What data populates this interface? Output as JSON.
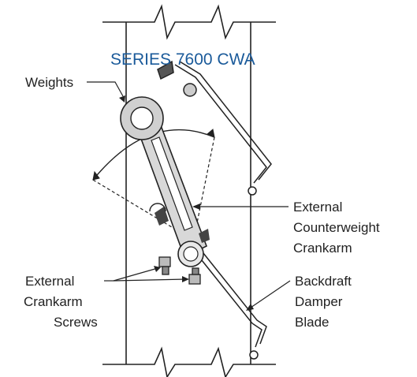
{
  "title": "SERIES 7600 CWA",
  "labels": {
    "weights": "Weights",
    "ext_cw_crankarm": [
      "External",
      "Counterweight",
      "Crankarm"
    ],
    "ext_crankarm_screws": [
      "External",
      "Crankarm",
      "Screws"
    ],
    "backdraft_blade": [
      "Backdraft",
      "Damper",
      "Blade"
    ]
  },
  "colors": {
    "title": "#1a5a9a",
    "line": "#222222",
    "metal": "#d8d8d8",
    "dark": "#444444"
  }
}
